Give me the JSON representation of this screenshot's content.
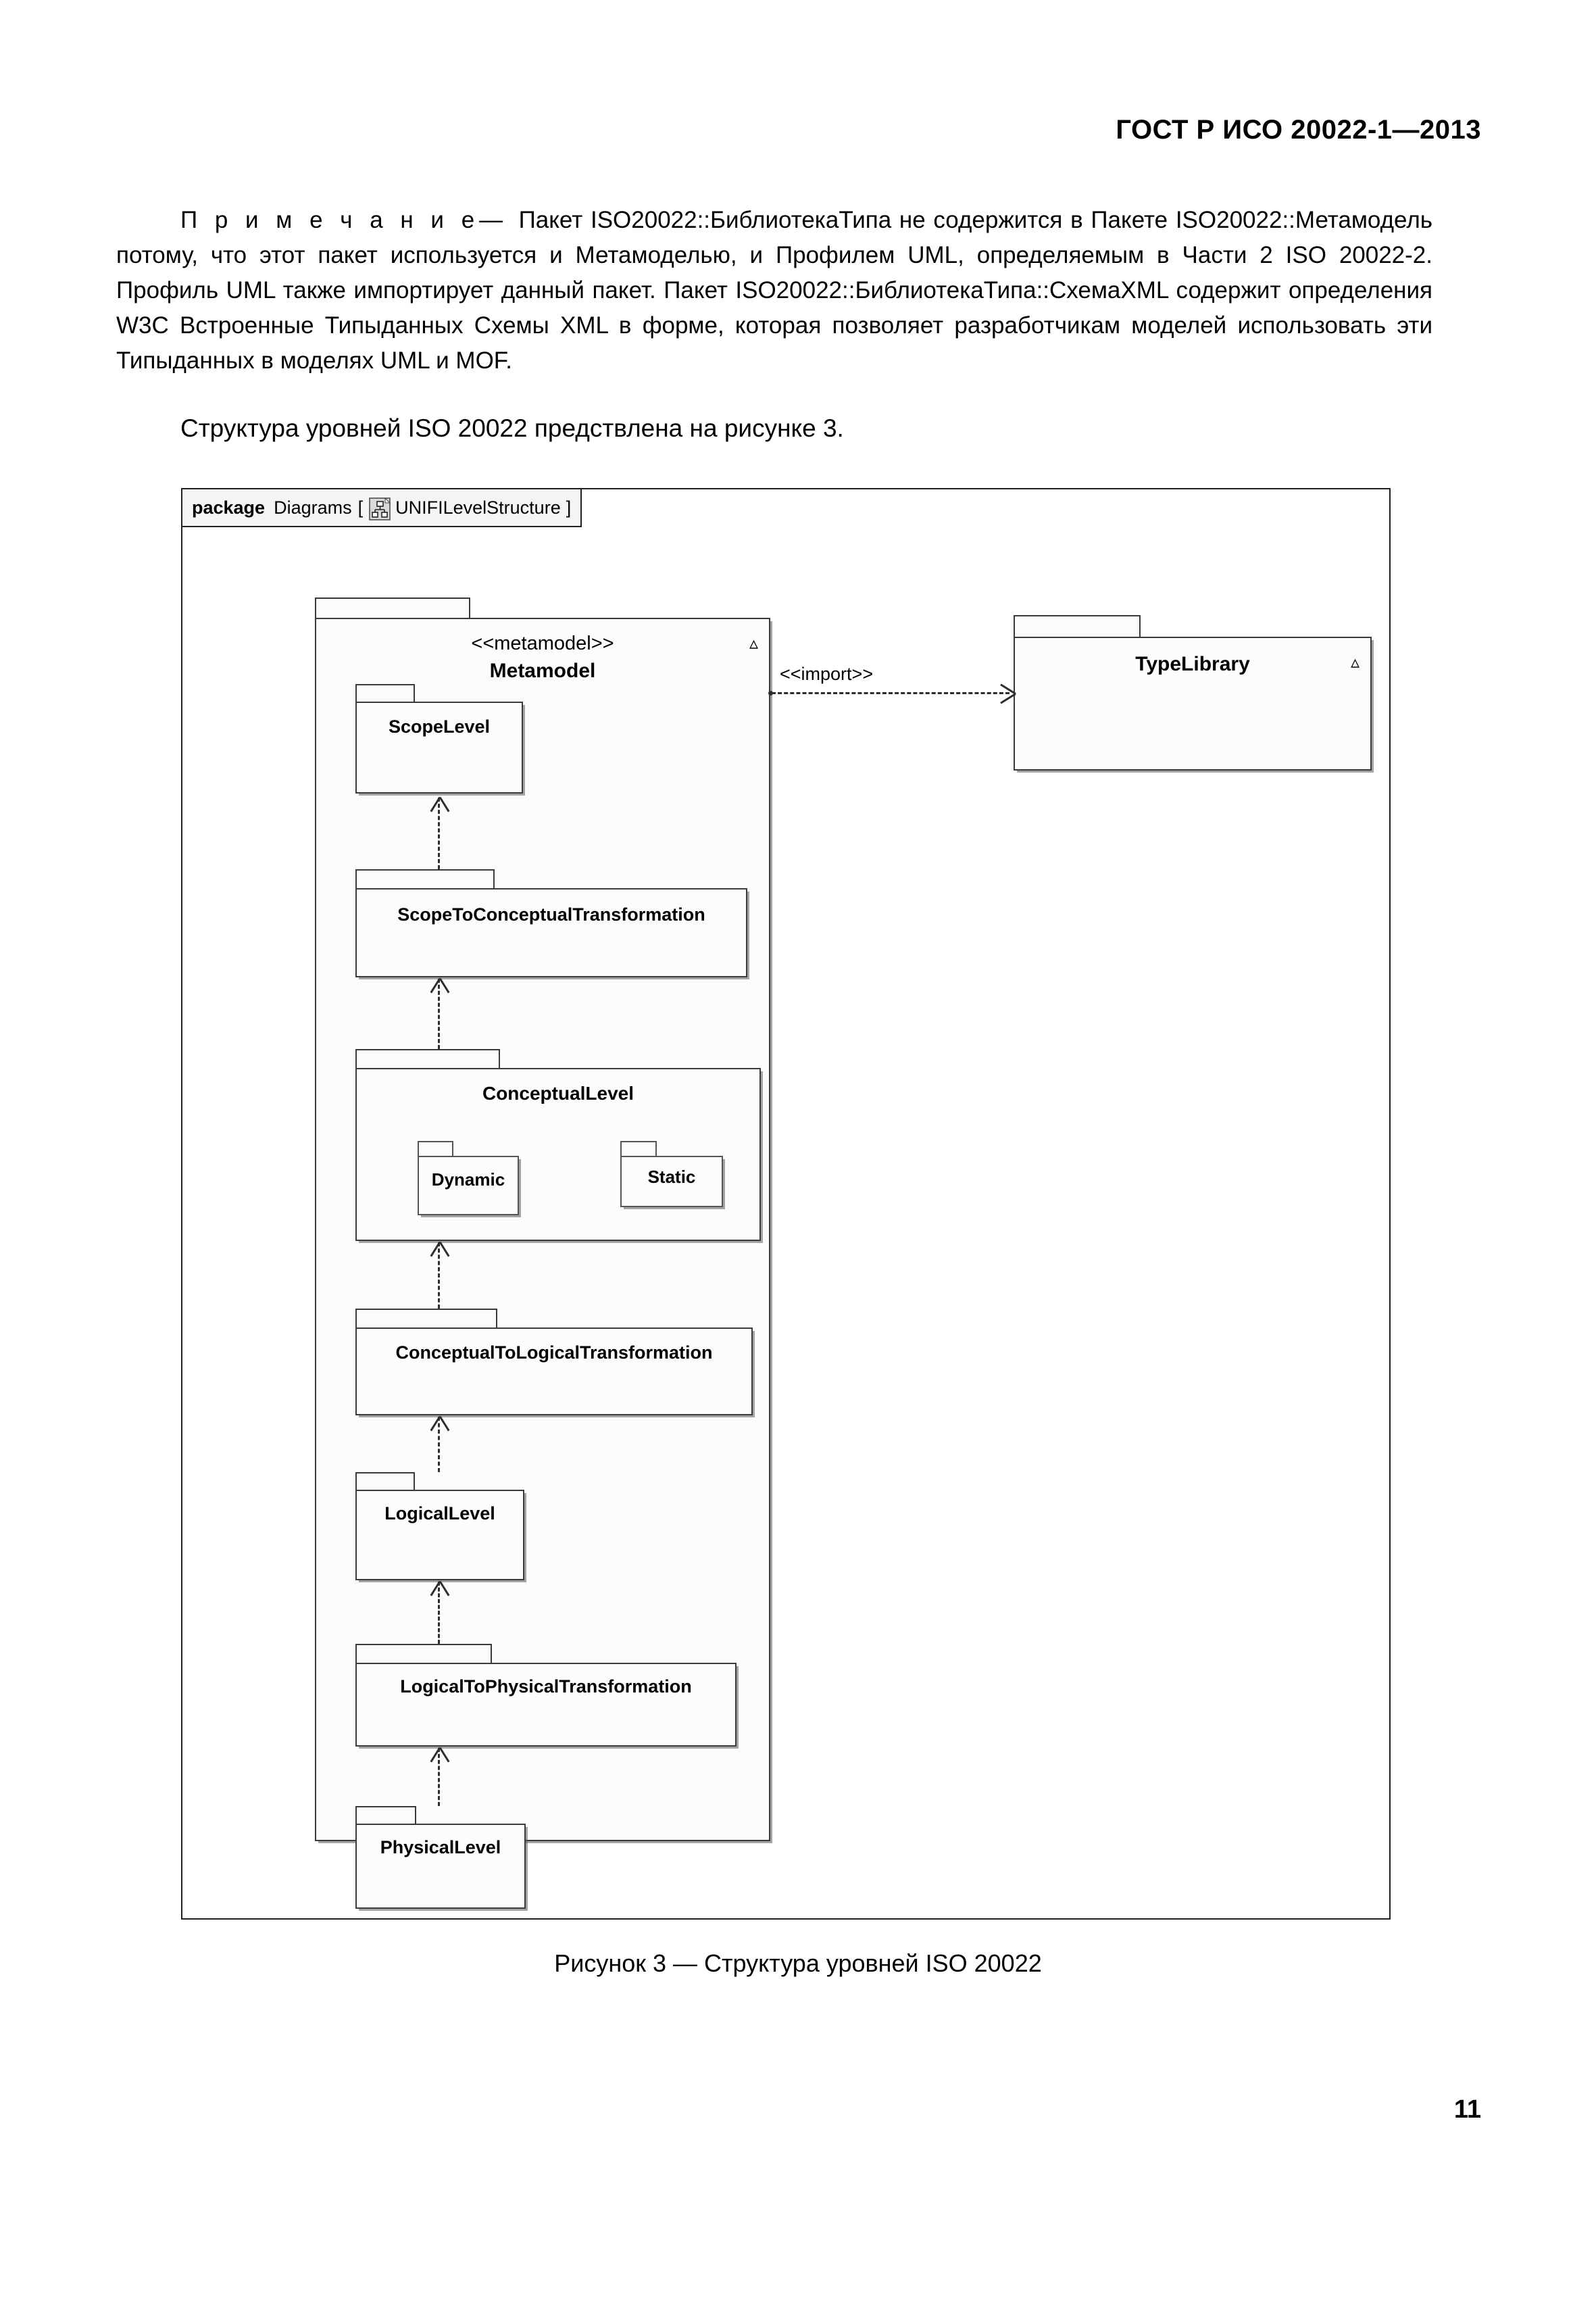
{
  "header": {
    "standard_title": "ГОСТ Р ИСО 20022-1—2013"
  },
  "note": {
    "label": "П р и м е ч а н и е",
    "dash": "—",
    "text": "Пакет ISO20022::БиблиотекаТипа не содержится в Пакете ISO20022::Метамодель потому, что этот пакет используется и Метамоделью, и Профилем UML, определяемым в Части 2 ISO 20022-2. Профиль UML также импортирует данный пакет. Пакет ISO20022::БиблиотекаТипа::СхемаXML содержит определения W3C Встроенные Типыданных Схемы XML в форме, которая позволяет разработчикам моделей использовать эти Типыданных в моделях UML и MOF."
  },
  "intro": {
    "text": "Структура уровней ISO 20022 предствлена на рисунке 3."
  },
  "figure": {
    "frame_tab": {
      "keyword": "package",
      "name": "Diagrams",
      "bracket_open": "[",
      "icon": "diagram-icon",
      "diagram_name": "UNIFILevelStructure",
      "bracket_close": "]"
    },
    "packages": {
      "metamodel": {
        "stereotype": "<<metamodel>>",
        "name": "Metamodel",
        "marker": "▵"
      },
      "type_library": {
        "name": "TypeLibrary",
        "marker": "▵"
      },
      "scope_level": {
        "name": "ScopeLevel"
      },
      "scope_to_conceptual": {
        "name": "ScopeToConceptualTransformation"
      },
      "conceptual_level": {
        "name": "ConceptualLevel"
      },
      "dynamic": {
        "name": "Dynamic"
      },
      "static": {
        "name": "Static"
      },
      "conceptual_to_logical": {
        "name": "ConceptualToLogicalTransformation"
      },
      "logical_level": {
        "name": "LogicalLevel"
      },
      "logical_to_physical": {
        "name": "LogicalToPhysicalTransformation"
      },
      "physical_level": {
        "name": "PhysicalLevel"
      }
    },
    "relations": {
      "import_label": "<<import>>"
    },
    "caption": "Рисунок 3 — Структура уровней ISO 20022"
  },
  "footer": {
    "page_number": "11"
  }
}
